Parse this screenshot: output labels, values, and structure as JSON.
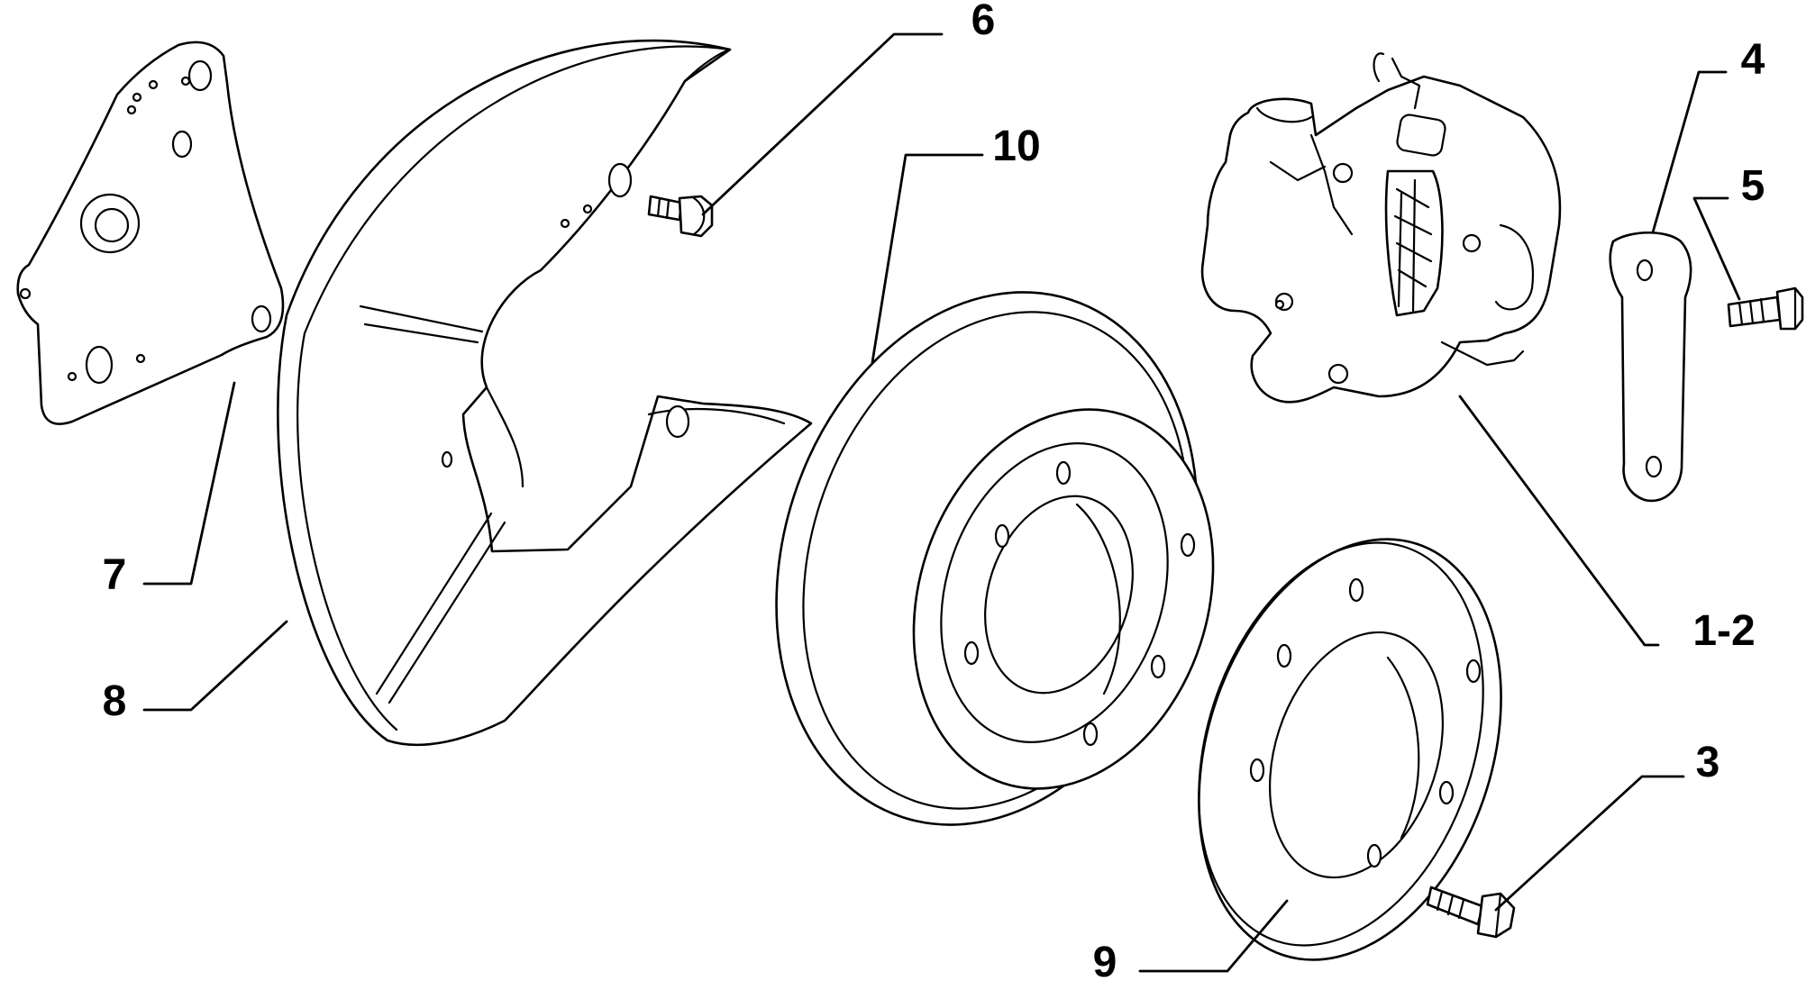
{
  "callouts": [
    {
      "id": "1-2",
      "label": "1-2"
    },
    {
      "id": "3",
      "label": "3"
    },
    {
      "id": "4",
      "label": "4"
    },
    {
      "id": "5",
      "label": "5"
    },
    {
      "id": "6",
      "label": "6"
    },
    {
      "id": "7",
      "label": "7"
    },
    {
      "id": "8",
      "label": "8"
    },
    {
      "id": "9",
      "label": "9"
    },
    {
      "id": "10",
      "label": "10"
    }
  ],
  "colors": {
    "line": "#000000",
    "background": "#ffffff"
  }
}
